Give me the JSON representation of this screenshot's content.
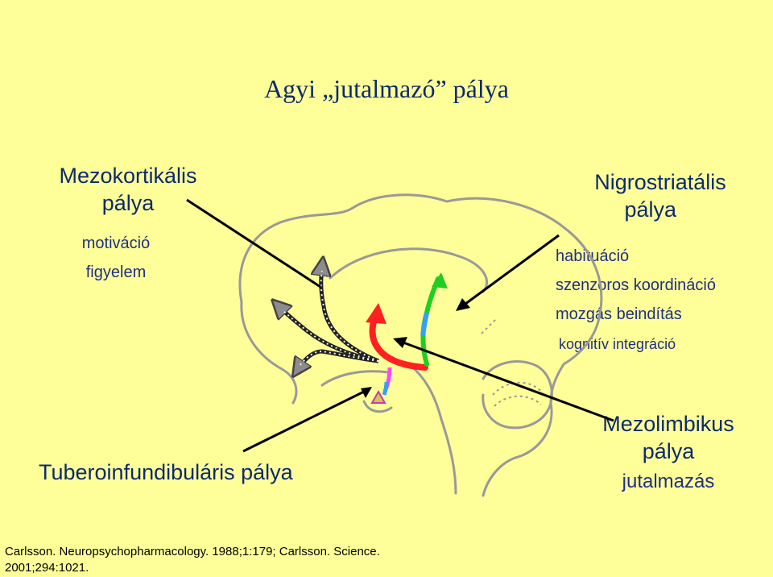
{
  "title": "Agyi „jutalmazó” pálya",
  "mesocortical": {
    "heading_line1": "Mezokortikális",
    "heading_line2": "pálya",
    "items": [
      "motiváció",
      "figyelem"
    ]
  },
  "nigrostriatal": {
    "heading_line1": "Nigrostriatális",
    "heading_line2": "pálya",
    "items": [
      "habituáció",
      "szenzoros koordináció",
      "mozgás beindítás",
      "kognitív integráció"
    ]
  },
  "tuberoinfundibular": {
    "heading": "Tuberoinfundibuláris pálya"
  },
  "mesolimbic": {
    "heading_line1": "Mezolimbikus",
    "heading_line2": "pálya",
    "function": "jutalmazás"
  },
  "citation_line1": "Carlsson. Neuropsychopharmacology. 1988;1:179; Carlsson. Science.",
  "citation_line2": "2001;294:1021.",
  "colors": {
    "background": "#ffff99",
    "text": "#0b2a6f",
    "brain_outline": "#999999",
    "mesolimbic_arrow": "#ff2020",
    "nigrostriatal_arrow": "#22cc22"
  }
}
